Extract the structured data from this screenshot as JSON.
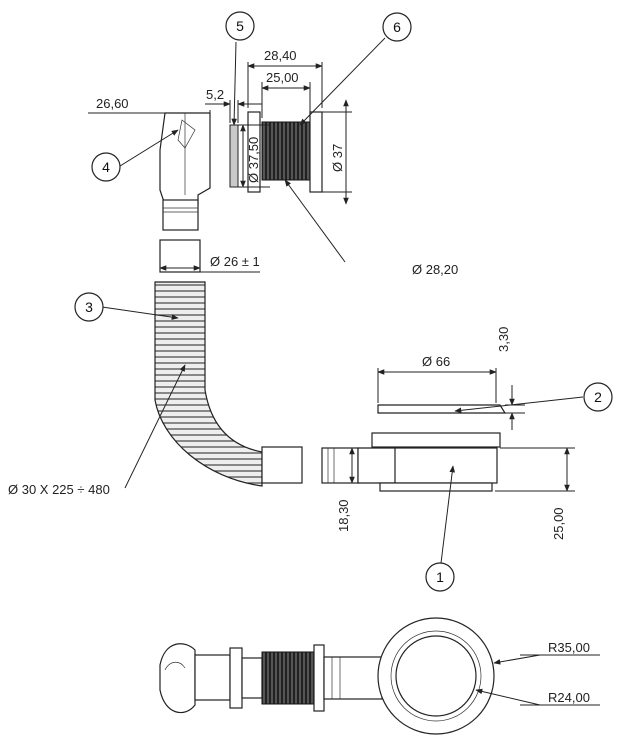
{
  "balloons": {
    "b1": "1",
    "b2": "2",
    "b3": "3",
    "b4": "4",
    "b5": "5",
    "b6": "6"
  },
  "dimensions": {
    "d_28_40": "28,40",
    "d_25_00_top": "25,00",
    "d_5_2": "5,2",
    "d_26_60": "26,60",
    "d_37_50": "Ø 37,50",
    "d_37": "Ø 37",
    "d_26_tol": "Ø 26 ± 1",
    "d_28_20": "Ø 28,20",
    "d_3_30": "3,30",
    "d_66": "Ø 66",
    "d_hose": "Ø 30 X 225 ÷ 480",
    "d_18_30": "18,30",
    "d_25_00_side": "25,00",
    "d_r35": "R35,00",
    "d_r24": "R24,00"
  }
}
